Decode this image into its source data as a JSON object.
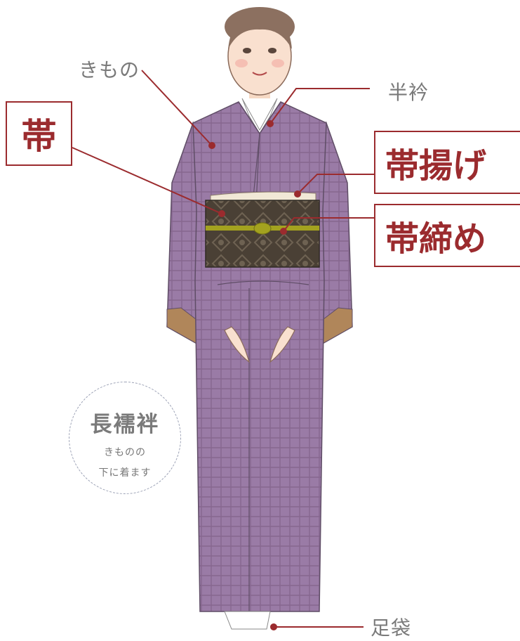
{
  "labels": {
    "kimono": "きもの",
    "han_eri": "半衿",
    "obi": "帯",
    "obiage": "帯揚げ",
    "obijime": "帯締め",
    "tabi": "足袋"
  },
  "nagajuban": {
    "title": "長襦袢",
    "line1": "きものの",
    "line2": "下に着ます"
  },
  "colors": {
    "accent": "#9b2b2e",
    "kimono": "#9a7ba6",
    "kimono_lining": "#b0865a",
    "obi": "#4a4035",
    "obiage": "#f1e8d6",
    "obijime": "#a3a21f",
    "label_gray": "#7a7a7a"
  },
  "icons": [
    "leader-dot-icon"
  ]
}
